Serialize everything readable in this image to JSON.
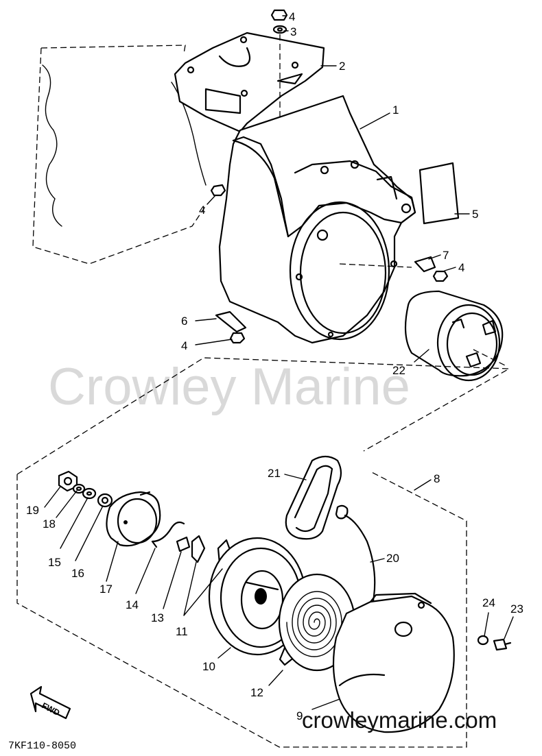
{
  "watermark": "Crowley Marine",
  "site_url": "crowleymarine.com",
  "diagram_code": "7KF110-8050",
  "fwd_label": "FWD",
  "callouts": [
    {
      "id": "c-4a",
      "label": "4"
    },
    {
      "id": "c-3",
      "label": "3"
    },
    {
      "id": "c-2",
      "label": "2"
    },
    {
      "id": "c-1",
      "label": "1"
    },
    {
      "id": "c-4b",
      "label": "4"
    },
    {
      "id": "c-5",
      "label": "5"
    },
    {
      "id": "c-7",
      "label": "7"
    },
    {
      "id": "c-4c",
      "label": "4"
    },
    {
      "id": "c-6",
      "label": "6"
    },
    {
      "id": "c-4d",
      "label": "4"
    },
    {
      "id": "c-22",
      "label": "22"
    },
    {
      "id": "c-8",
      "label": "8"
    },
    {
      "id": "c-21",
      "label": "21"
    },
    {
      "id": "c-19",
      "label": "19"
    },
    {
      "id": "c-18",
      "label": "18"
    },
    {
      "id": "c-15",
      "label": "15"
    },
    {
      "id": "c-16",
      "label": "16"
    },
    {
      "id": "c-17",
      "label": "17"
    },
    {
      "id": "c-14",
      "label": "14"
    },
    {
      "id": "c-13",
      "label": "13"
    },
    {
      "id": "c-11",
      "label": "11"
    },
    {
      "id": "c-20",
      "label": "20"
    },
    {
      "id": "c-24",
      "label": "24"
    },
    {
      "id": "c-23",
      "label": "23"
    },
    {
      "id": "c-10",
      "label": "10"
    },
    {
      "id": "c-12",
      "label": "12"
    },
    {
      "id": "c-9",
      "label": "9"
    }
  ]
}
